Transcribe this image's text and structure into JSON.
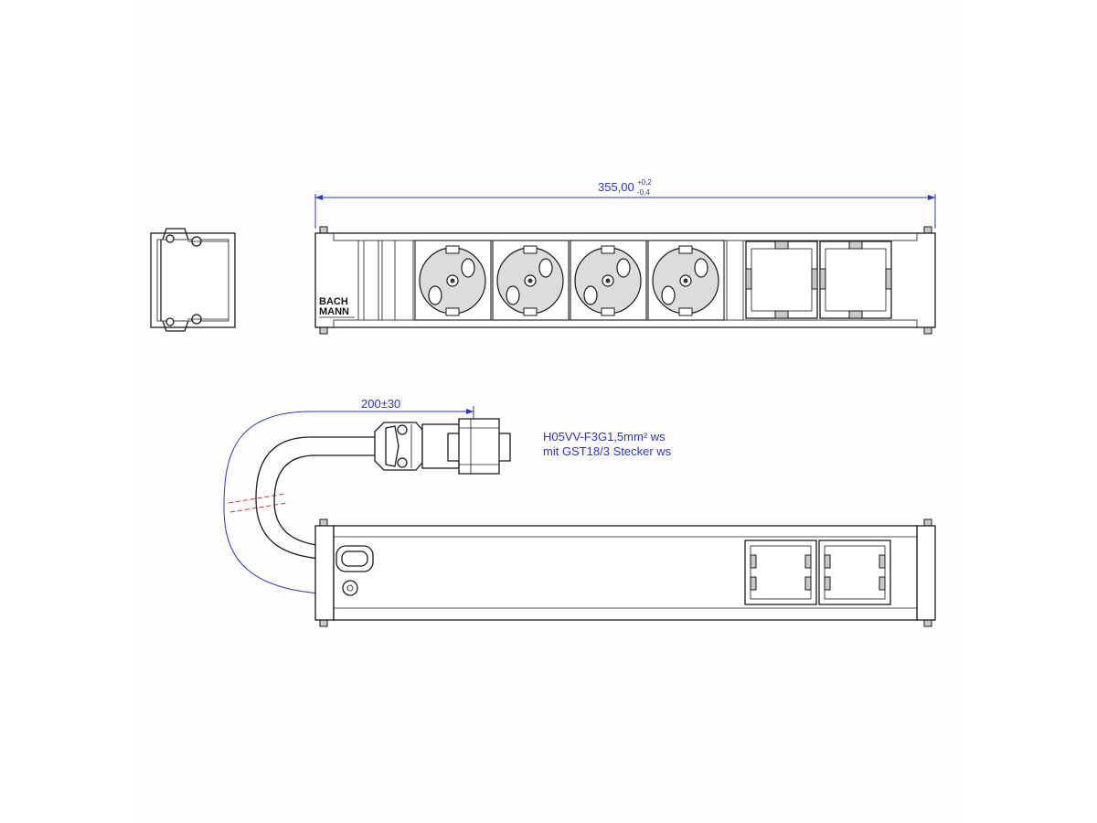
{
  "top_dimension": {
    "value": "355,00",
    "tol_plus": "+0,2",
    "tol_minus": "-0,4"
  },
  "cable_dimension": "200±30",
  "cable_spec": {
    "line1": "H05VV-F3G1,5mm² ws",
    "line2": "mit GST18/3  Stecker ws"
  },
  "logo": {
    "line1": "BACH",
    "line2": "MANN"
  },
  "colors": {
    "dimension": "#2b35c8",
    "break_marks": "#e03030",
    "outline": "#1a1a1a"
  },
  "counts": {
    "schuko_sockets": 4,
    "empty_modules": 2
  }
}
